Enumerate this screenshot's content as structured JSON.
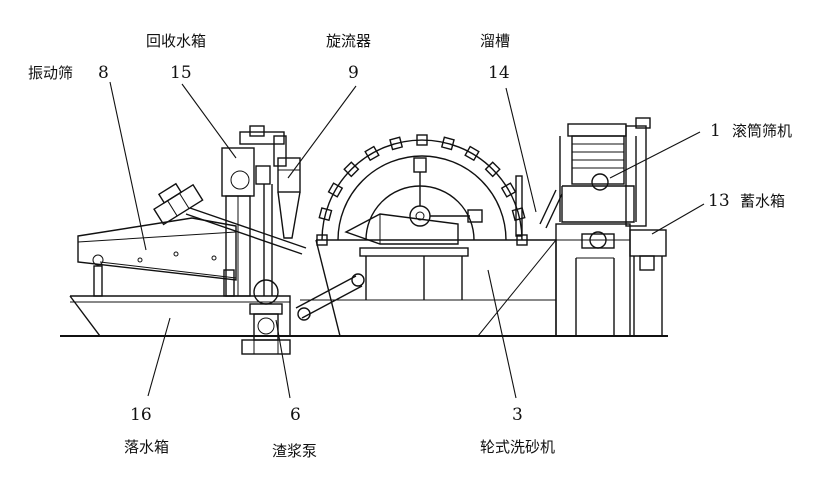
{
  "labels": {
    "rotary_screen": {
      "num": "1",
      "name": "滚筒筛机"
    },
    "sand_washer": {
      "num": "3",
      "name": "轮式洗砂机"
    },
    "slurry_pump": {
      "num": "6",
      "name": "渣浆泵"
    },
    "vibrating_screen": {
      "num": "8",
      "name": "振动筛"
    },
    "hydrocyclone": {
      "num": "9",
      "name": "旋流器"
    },
    "storage_tank": {
      "num": "13",
      "name": "蓄水箱"
    },
    "chute": {
      "num": "14",
      "name": "溜槽"
    },
    "recovery_tank": {
      "num": "15",
      "name": "回收水箱"
    },
    "drop_tank": {
      "num": "16",
      "name": "落水箱"
    }
  }
}
